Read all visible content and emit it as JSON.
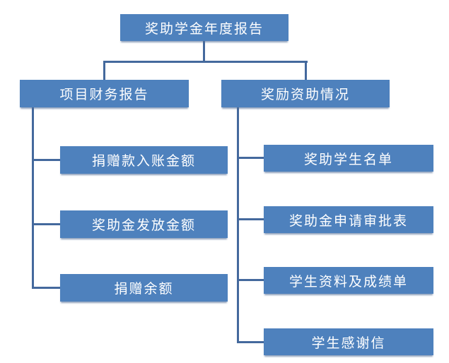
{
  "diagram": {
    "type": "hierarchy",
    "root": {
      "label": "奖助学金年度报告"
    },
    "branches": [
      {
        "label": "项目财务报告",
        "children": [
          {
            "label": "捐赠款入账金额"
          },
          {
            "label": "奖助金发放金额"
          },
          {
            "label": "捐赠余额"
          }
        ]
      },
      {
        "label": "奖励资助情况",
        "children": [
          {
            "label": "奖助学生名单"
          },
          {
            "label": "奖助金申请审批表"
          },
          {
            "label": "学生资料及成绩单"
          },
          {
            "label": "学生感谢信"
          }
        ]
      }
    ],
    "colors": {
      "box_fill": "#4E81BD",
      "connector": "#44699D",
      "text": "#FFFFFF",
      "background": "#FFFFFF"
    }
  }
}
